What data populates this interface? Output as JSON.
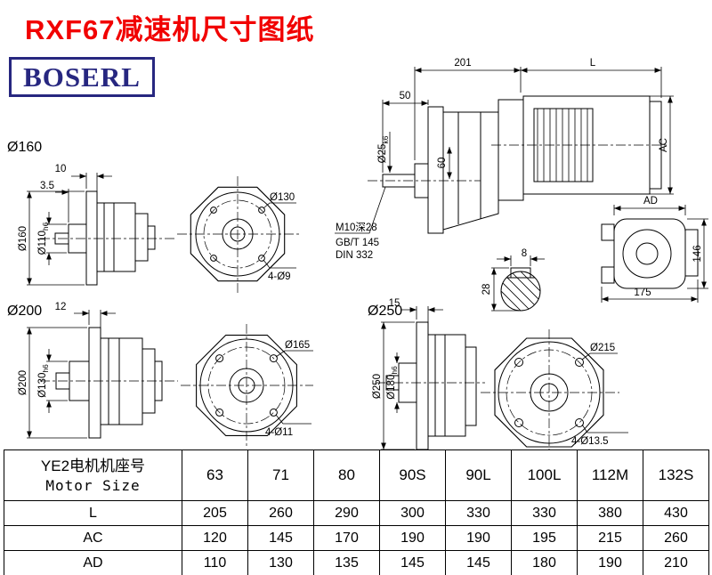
{
  "title": "RXF67减速机尺寸图纸",
  "logo": "BOSERL",
  "sections": {
    "s160": "Ø160",
    "s200": "Ø200",
    "s250": "Ø250"
  },
  "dims": {
    "f160": {
      "w": "10",
      "t": "3.5",
      "od": "Ø160",
      "hub": "Ø110",
      "hub_fit": "h6",
      "bc": "Ø130",
      "holes": "4-Ø9"
    },
    "f200": {
      "w": "12",
      "od": "Ø200",
      "hub": "Ø130",
      "hub_fit": "h6",
      "bc": "Ø165",
      "holes": "4-Ø11"
    },
    "f250": {
      "w": "15",
      "od": "Ø250",
      "hub": "Ø180",
      "hub_fit": "h6",
      "bc": "Ø215",
      "holes": "4-Ø13.5"
    },
    "main": {
      "a": "201",
      "b": "L",
      "c": "50",
      "shaft": "Ø25",
      "shaft_fit": "k6",
      "h": "60",
      "ac": "AC",
      "tap": "M10深28",
      "std1": "GB/T 145",
      "std2": "DIN 332"
    },
    "side": {
      "ad": "AD",
      "h": "146",
      "w": "175"
    },
    "key": {
      "w": "8",
      "h": "28"
    }
  },
  "table": {
    "header_cn": "YE2电机机座号",
    "header_en": "Motor Size",
    "columns": [
      "63",
      "71",
      "80",
      "90S",
      "90L",
      "100L",
      "112M",
      "132S"
    ],
    "rows": [
      {
        "label": "L",
        "values": [
          "205",
          "260",
          "290",
          "300",
          "330",
          "330",
          "380",
          "430"
        ]
      },
      {
        "label": "AC",
        "values": [
          "120",
          "145",
          "170",
          "190",
          "190",
          "195",
          "215",
          "260"
        ]
      },
      {
        "label": "AD",
        "values": [
          "110",
          "130",
          "135",
          "145",
          "145",
          "180",
          "190",
          "210"
        ]
      }
    ]
  }
}
